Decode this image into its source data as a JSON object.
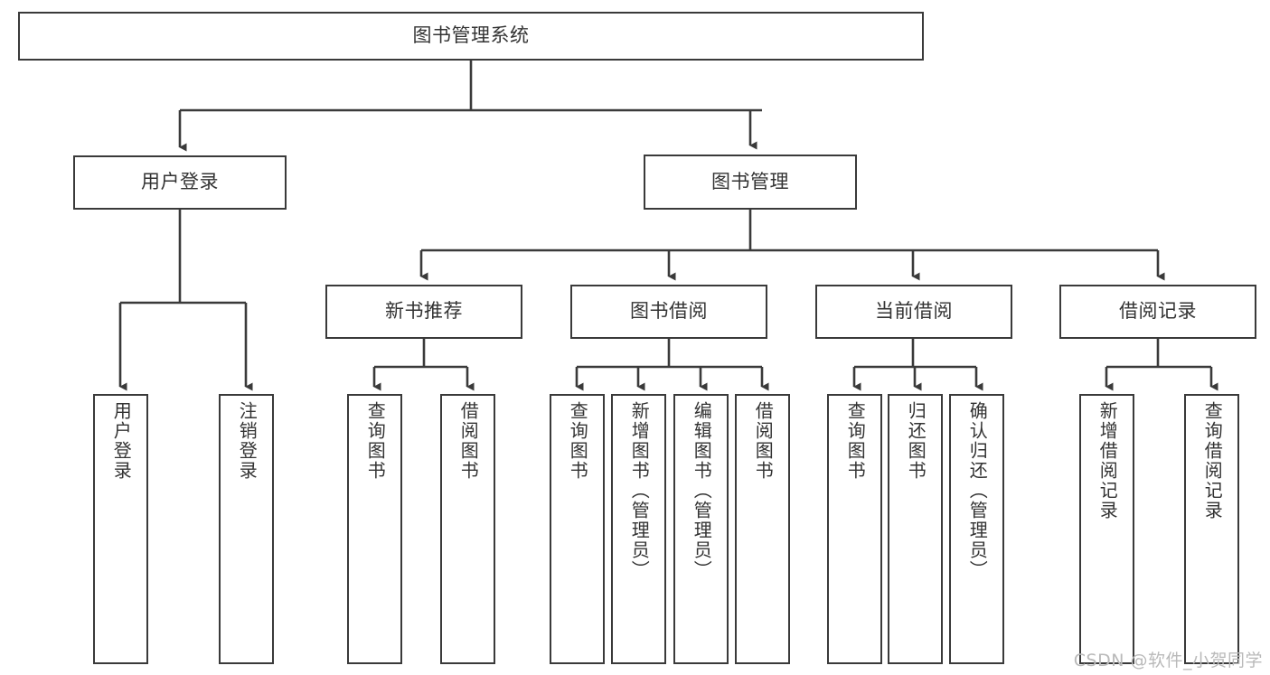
{
  "diagram": {
    "title": "图书管理系统",
    "type": "hierarchy-tree",
    "line_color": "#3a3a3a",
    "text_color": "#333333",
    "background": "#ffffff"
  },
  "root": {
    "label": "图书管理系统"
  },
  "level1": [
    {
      "label": "用户登录"
    },
    {
      "label": "图书管理"
    }
  ],
  "level2": [
    {
      "label": "新书推荐"
    },
    {
      "label": "图书借阅"
    },
    {
      "label": "当前借阅"
    },
    {
      "label": "借阅记录"
    }
  ],
  "leaves": {
    "user_login": [
      {
        "label": "用户登录"
      },
      {
        "label": "注销登录"
      }
    ],
    "new_book_recommend": [
      {
        "label": "查询图书"
      },
      {
        "label": "借阅图书"
      }
    ],
    "book_borrow": [
      {
        "label": "查询图书"
      },
      {
        "label": "新增图书（管理员）"
      },
      {
        "label": "编辑图书（管理员）"
      },
      {
        "label": "借阅图书"
      }
    ],
    "current_borrow": [
      {
        "label": "查询图书"
      },
      {
        "label": "归还图书"
      },
      {
        "label": "确认归还（管理员）"
      }
    ],
    "borrow_record": [
      {
        "label": "新增借阅记录"
      },
      {
        "label": "查询借阅记录"
      }
    ]
  },
  "watermark": {
    "text": "CSDN @软件_小贺同学"
  }
}
